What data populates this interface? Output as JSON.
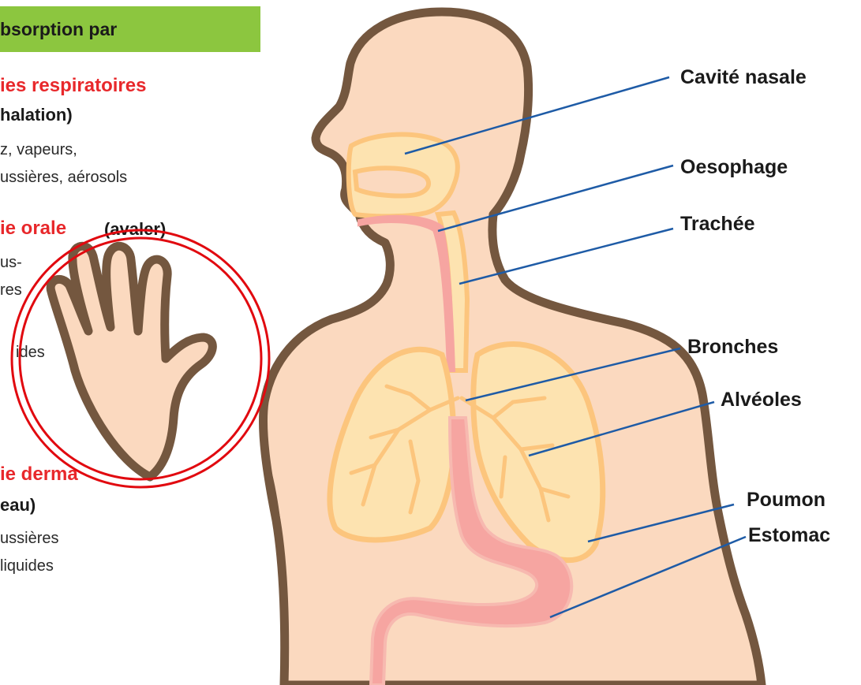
{
  "header": {
    "title": "bsorption par"
  },
  "routes": {
    "respiratory": {
      "title": "ies respiratoires",
      "subtitle": "halation)",
      "items": [
        "z, vapeurs,",
        "ussières, aérosols"
      ]
    },
    "oral": {
      "title": "ie orale",
      "subtitle": "(avaler)",
      "items": [
        "us-",
        "res",
        "ides"
      ]
    },
    "dermal": {
      "title": "ie derma",
      "subtitle": "eau)",
      "items": [
        "ussières",
        "liquides"
      ]
    }
  },
  "organs": [
    "Cavité nasale",
    "Oesophage",
    "Trachée",
    "Bronches",
    "Alvéoles",
    "Poumon",
    "Estomac"
  ],
  "colors": {
    "header_bar": "#8cc63f",
    "route_title": "#e8282b",
    "skin": "#fbd9bf",
    "outline": "#74573f",
    "airway": "#fcc57d",
    "digestive": "#f6a5a1",
    "leader_line": "#1e5ba6",
    "highlight_circle": "#e1090f"
  }
}
